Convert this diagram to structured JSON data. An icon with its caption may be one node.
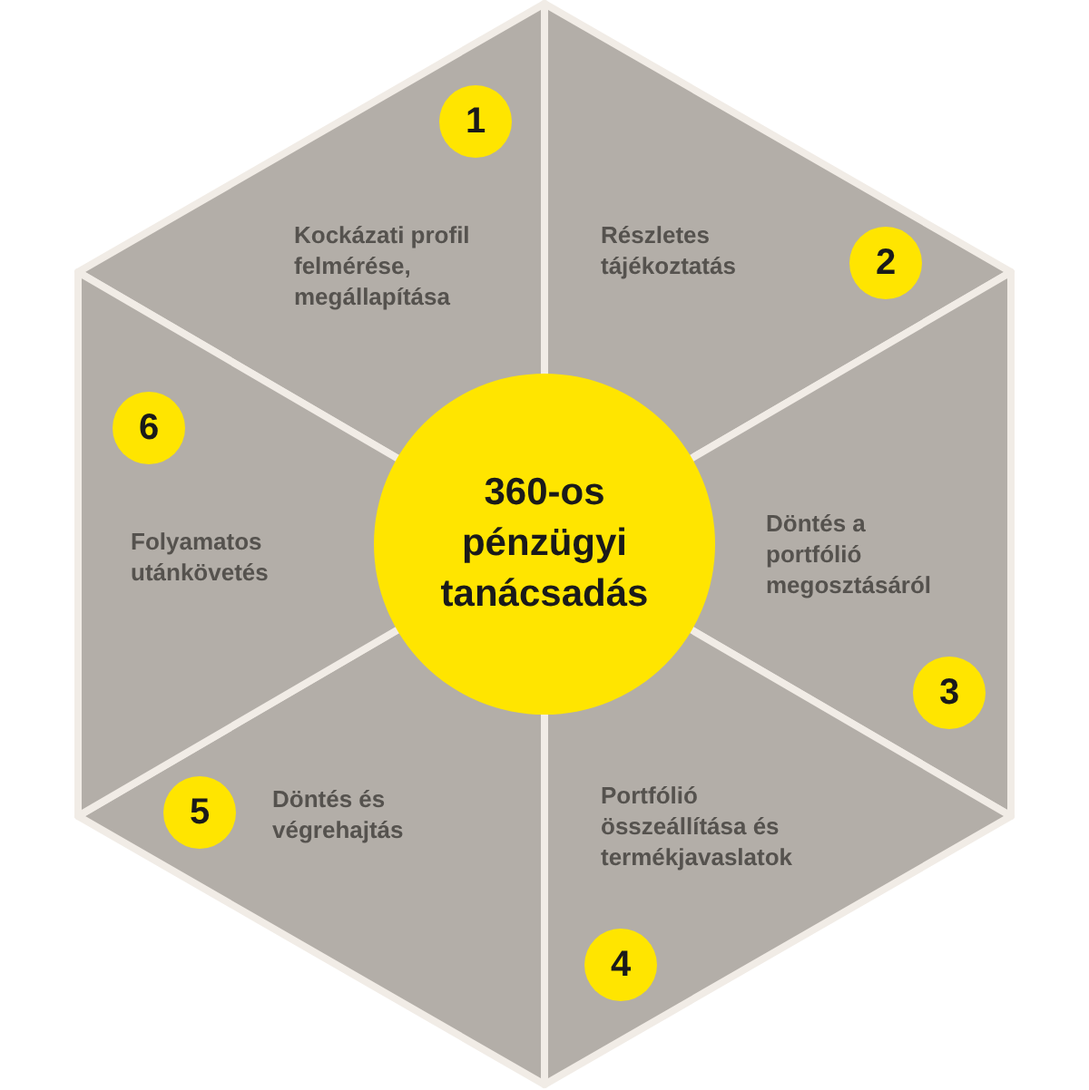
{
  "diagram": {
    "nodes": [
      {
        "text": [
          "Kockázati profil felmérése, megállapítása"
        ]
      },
      {
        "text": [
          "1"
        ],
        "in": 0
      },
      {
        "text": [
          "Részletes tájékoztatás"
        ]
      },
      {
        "text": [
          "2"
        ],
        "in": 2
      },
      {
        "text": [
          "Döntés a portfólió megosztásáról"
        ]
      },
      {
        "text": [
          "3"
        ],
        "in": 4
      },
      {
        "text": [
          "Portfólió összeállítása és termékjavaslatok"
        ]
      },
      {
        "text": [
          "4"
        ],
        "in": 6
      },
      {
        "text": [
          "Döntés és végrehajtás"
        ]
      },
      {
        "text": [
          "5"
        ],
        "in": 8
      },
      {
        "text": [
          "Folyamatos utánkövetés"
        ]
      },
      {
        "text": [
          "6"
        ],
        "in": 10
      },
      {
        "text": [
          "360-os pénzügyi tanácsadás"
        ]
      }
    ]
  }
}
